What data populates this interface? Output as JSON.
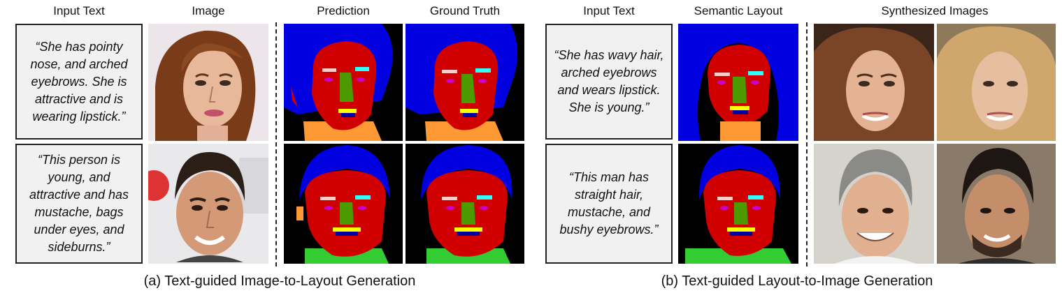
{
  "left_panel": {
    "headers": {
      "input_text": "Input Text",
      "image": "Image",
      "prediction": "Prediction",
      "ground_truth": "Ground Truth"
    },
    "rows": [
      {
        "text": "“She has pointy\nnose, and arched\neyebrows. She is\nattractive and is\nwearing lipstick.”",
        "image_icon": "woman-face-photo"
      },
      {
        "text": "“This person is\nyoung, and\nattractive and has\nmustache, bags\nunder eyes, and\nsideburns.”",
        "image_icon": "man-face-photo"
      }
    ],
    "caption": "(a) Text-guided Image-to-Layout Generation"
  },
  "right_panel": {
    "headers": {
      "input_text": "Input Text",
      "semantic_layout": "Semantic Layout",
      "synthesized": "Synthesized Images"
    },
    "rows": [
      {
        "text": "“She has wavy hair,\narched eyebrows\nand wears lipstick.\nShe is young.”"
      },
      {
        "text": "“This man has\nstraight hair,\nmustache, and\nbushy eyebrows.”"
      }
    ],
    "caption": "(b) Text-guided Layout-to-Image Generation"
  },
  "layout_colors": {
    "background": "#000000",
    "hair": "#0000e0",
    "skin": "#d00000",
    "neck": "#ff9933",
    "nose": "#4c9900",
    "brow_left": "#ffcccc",
    "brow_right": "#33ffff",
    "eye": "#cc00cc",
    "lip_upper": "#ffff00",
    "mouth": "#0000a0",
    "cloth": "#33cc33"
  }
}
